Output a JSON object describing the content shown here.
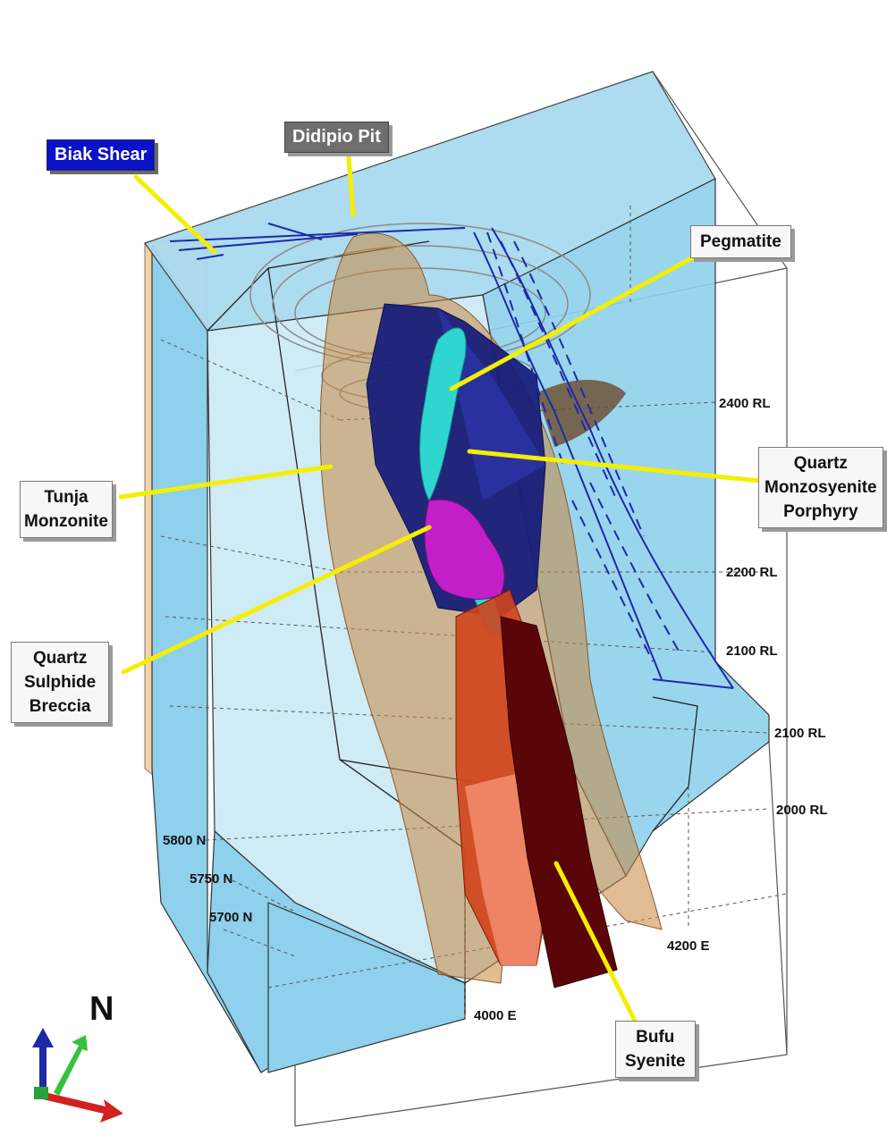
{
  "labels": {
    "biak_shear": "Biak Shear",
    "didipio_pit": "Didipio Pit",
    "pegmatite": "Pegmatite",
    "tunja": [
      "Tunja",
      "Monzonite"
    ],
    "quartz_monzo": [
      "Quartz",
      "Monzosyenite",
      "Porphyry"
    ],
    "quartz_sulphide": [
      "Quartz",
      "Sulphide",
      "Breccia"
    ],
    "bufu": [
      "Bufu",
      "Syenite"
    ]
  },
  "grid": {
    "rl_2400": "2400 RL",
    "rl_2200": "2200 RL",
    "rl_2100_a": "2100 RL",
    "rl_2100_b": "2100 RL",
    "rl_2000": "2000 RL",
    "n_5800": "5800 N",
    "n_5750": "5750 N",
    "n_5700": "5700 N",
    "e_4000": "4000 E",
    "e_4200": "4200 E"
  },
  "orientation": {
    "north": "N"
  },
  "colors": {
    "block_fill": "#8fd0ec",
    "block_top": "#a9d9ee",
    "tunja": "#c9863e",
    "porphyry": "#141a7a",
    "breccia": "#c21fc8",
    "pegmatite": "#2fd6d0",
    "syenite": "#d2441c",
    "syenite_dark": "#5a0608",
    "shear": "#1c2aa8",
    "leader": "#f4ef00"
  }
}
